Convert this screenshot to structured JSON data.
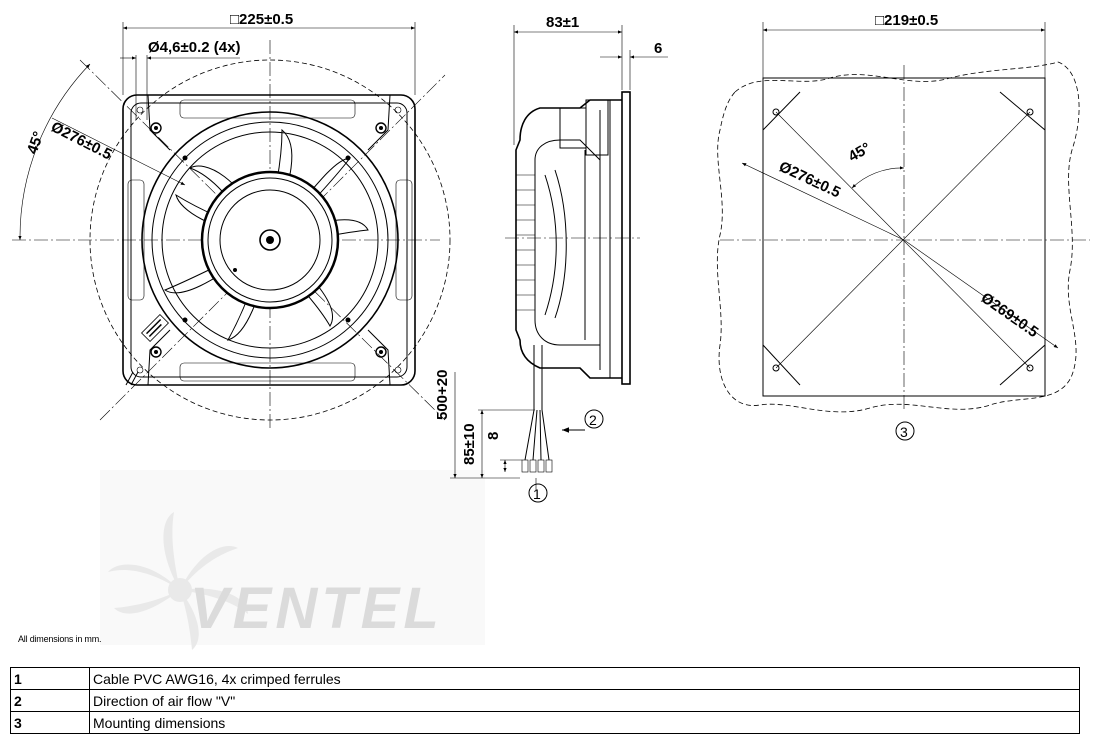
{
  "front_view": {
    "frame_size": "□225±0.5",
    "hole_diameter": "Ø4,6±0.2 (4x)",
    "circle_diameter": "Ø276±0.5",
    "angle": "45°"
  },
  "side_view": {
    "depth": "83±1",
    "flange": "6",
    "cable_length": "500+20",
    "strip_length": "85±10",
    "ferrule_length": "8",
    "callout_cable": "1",
    "callout_airflow": "2"
  },
  "mounting_view": {
    "size": "□219±0.5",
    "circle_diameter": "Ø276±0.5",
    "hole_circle": "Ø269±0.5",
    "angle": "45°",
    "callout": "3"
  },
  "watermark": "VENTEL",
  "note": "All dimensions in mm.",
  "legend": [
    {
      "num": "1",
      "text": "Cable PVC AWG16, 4x crimped ferrules"
    },
    {
      "num": "2",
      "text": "Direction of air flow \"V\""
    },
    {
      "num": "3",
      "text": "Mounting dimensions"
    }
  ]
}
